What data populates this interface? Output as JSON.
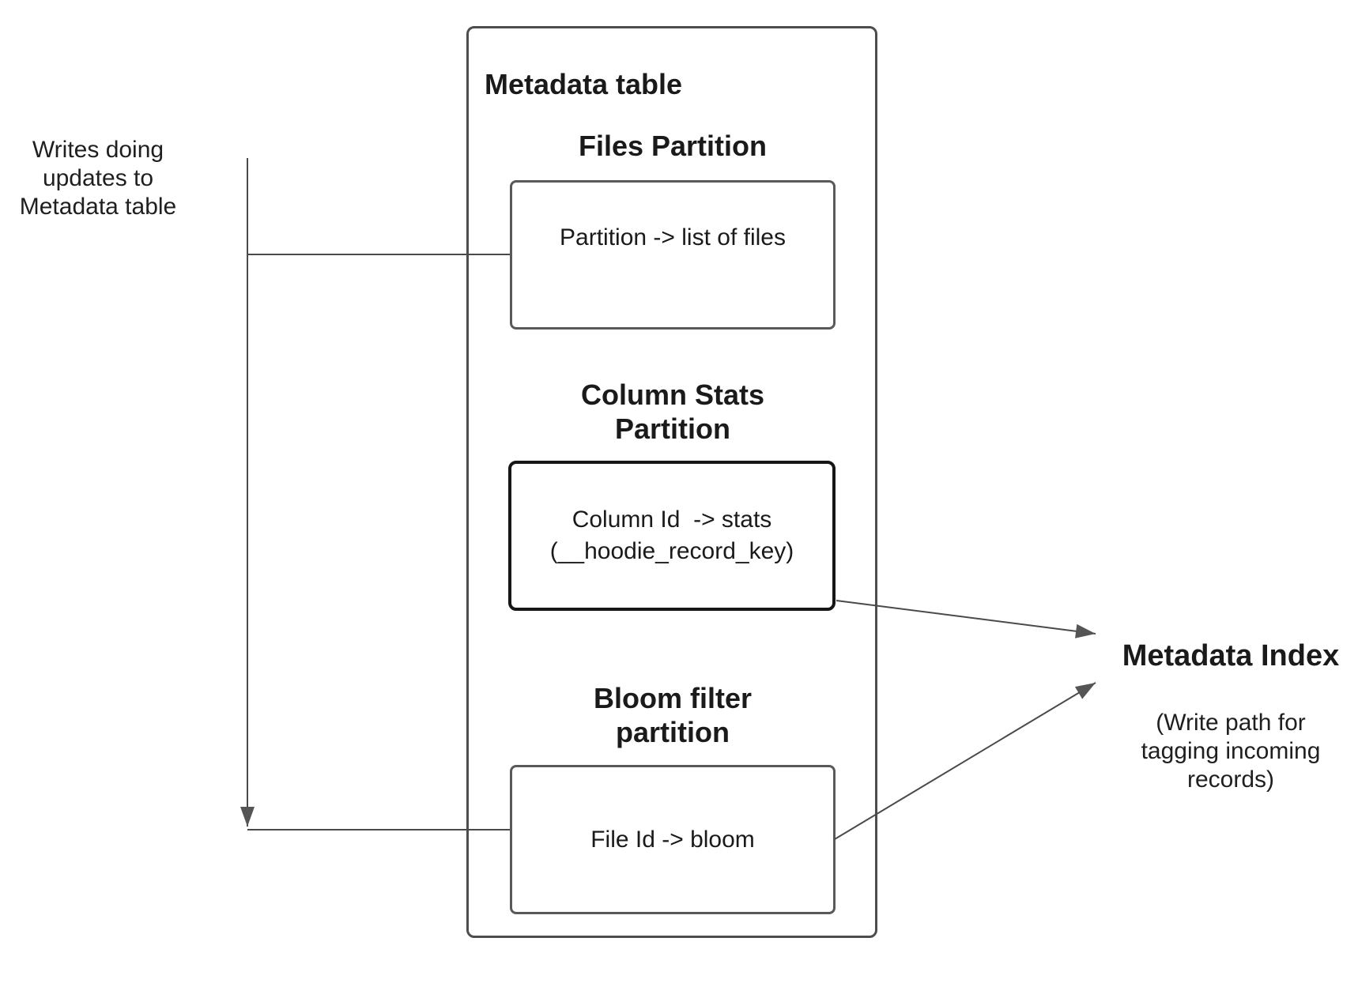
{
  "left_note": {
    "text": "Writes doing\nupdates to\nMetadata table"
  },
  "metadata_table": {
    "title": "Metadata table",
    "files_partition": {
      "heading": "Files Partition",
      "box_text": "Partition -> list of files"
    },
    "column_stats_partition": {
      "heading": "Column Stats\nPartition",
      "box_text": "Column Id  -> stats\n(__hoodie_record_key)"
    },
    "bloom_filter_partition": {
      "heading": "Bloom filter\npartition",
      "box_text": "File Id -> bloom"
    }
  },
  "metadata_index": {
    "title": "Metadata Index",
    "subtitle": "(Write path for\ntagging incoming\nrecords)"
  },
  "colors": {
    "background": "#ffffff",
    "text": "#1a1a1a",
    "connector_line": "#4a4a4a",
    "arrowhead": "#555555",
    "outer_box_border": "#4d4d4d",
    "partition_box_border": "#595959",
    "emphasis_box_border": "#161616"
  }
}
